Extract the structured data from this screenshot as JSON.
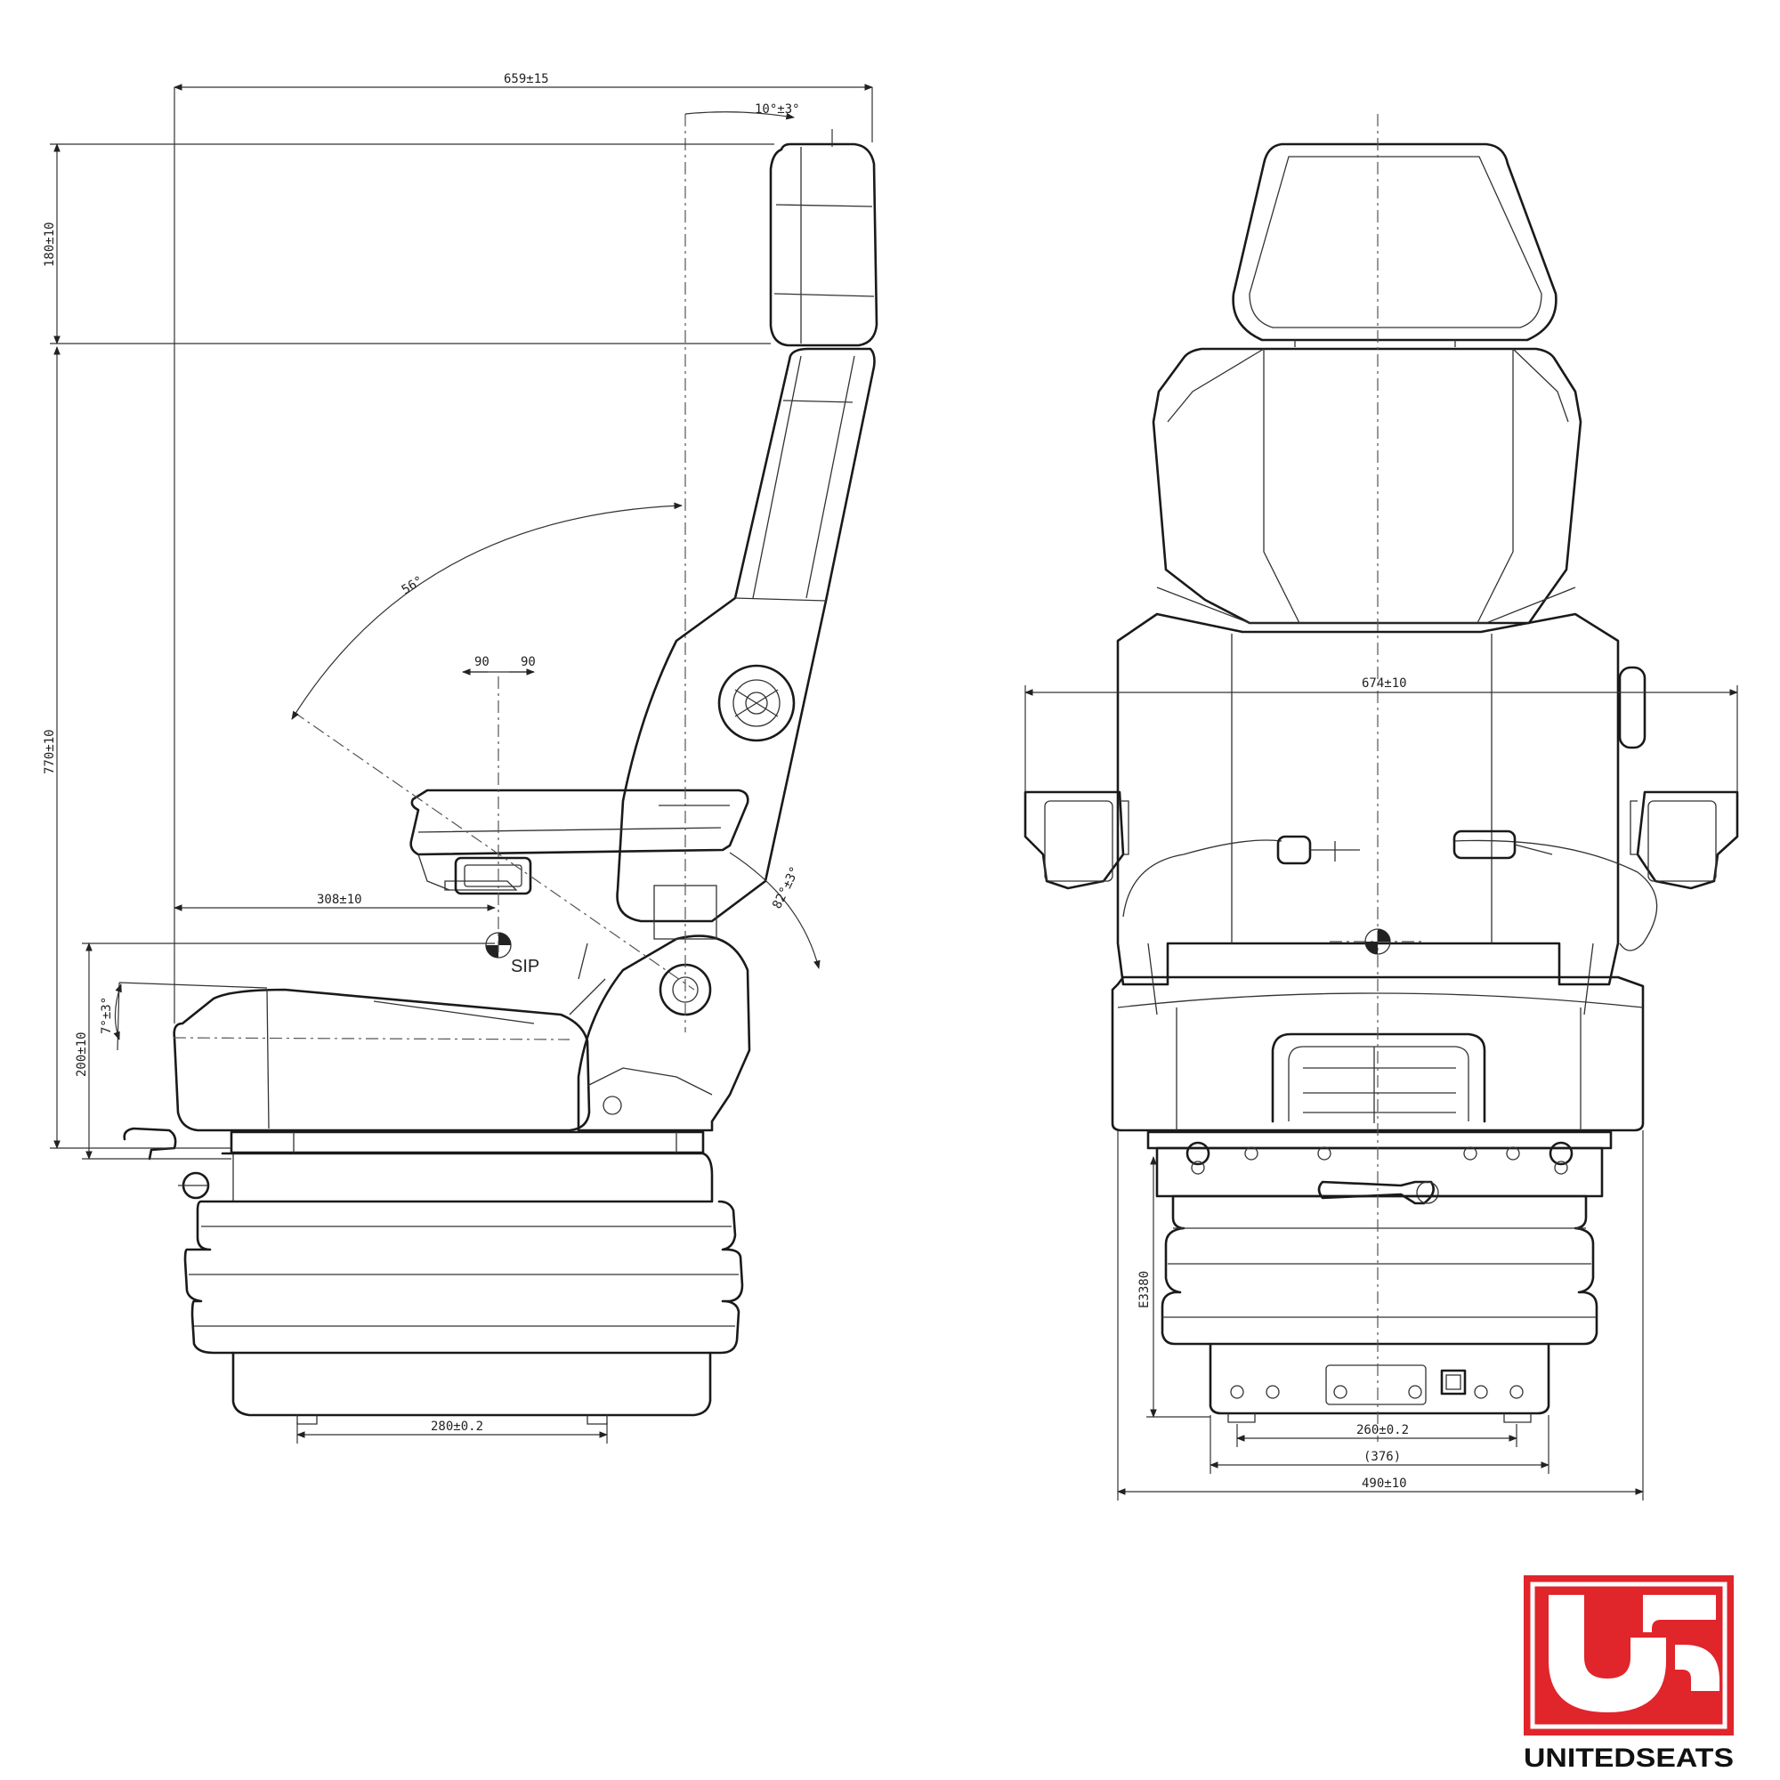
{
  "side_view": {
    "overall_depth": "659±15",
    "backrest_tilt": "10°±3°",
    "headrest_height": "180±10",
    "total_height": "770±10",
    "recline_angle": "56°",
    "adjust_back": "90",
    "adjust_forward": "90",
    "armrest_angle": "82°±3°",
    "seat_reference": "308±10",
    "sip_label": "SIP",
    "cushion_angle": "7°±3°",
    "seat_height": "200±10",
    "base_mount": "280±0.2"
  },
  "front_view": {
    "armrest_width": "674±10",
    "suspension_stroke": "E3380",
    "mount_width": "260±0.2",
    "base_width": "(376)",
    "overall_width": "490±10"
  },
  "brand": {
    "name": "UNITEDSEATS",
    "primary_color": "#e0252b"
  }
}
